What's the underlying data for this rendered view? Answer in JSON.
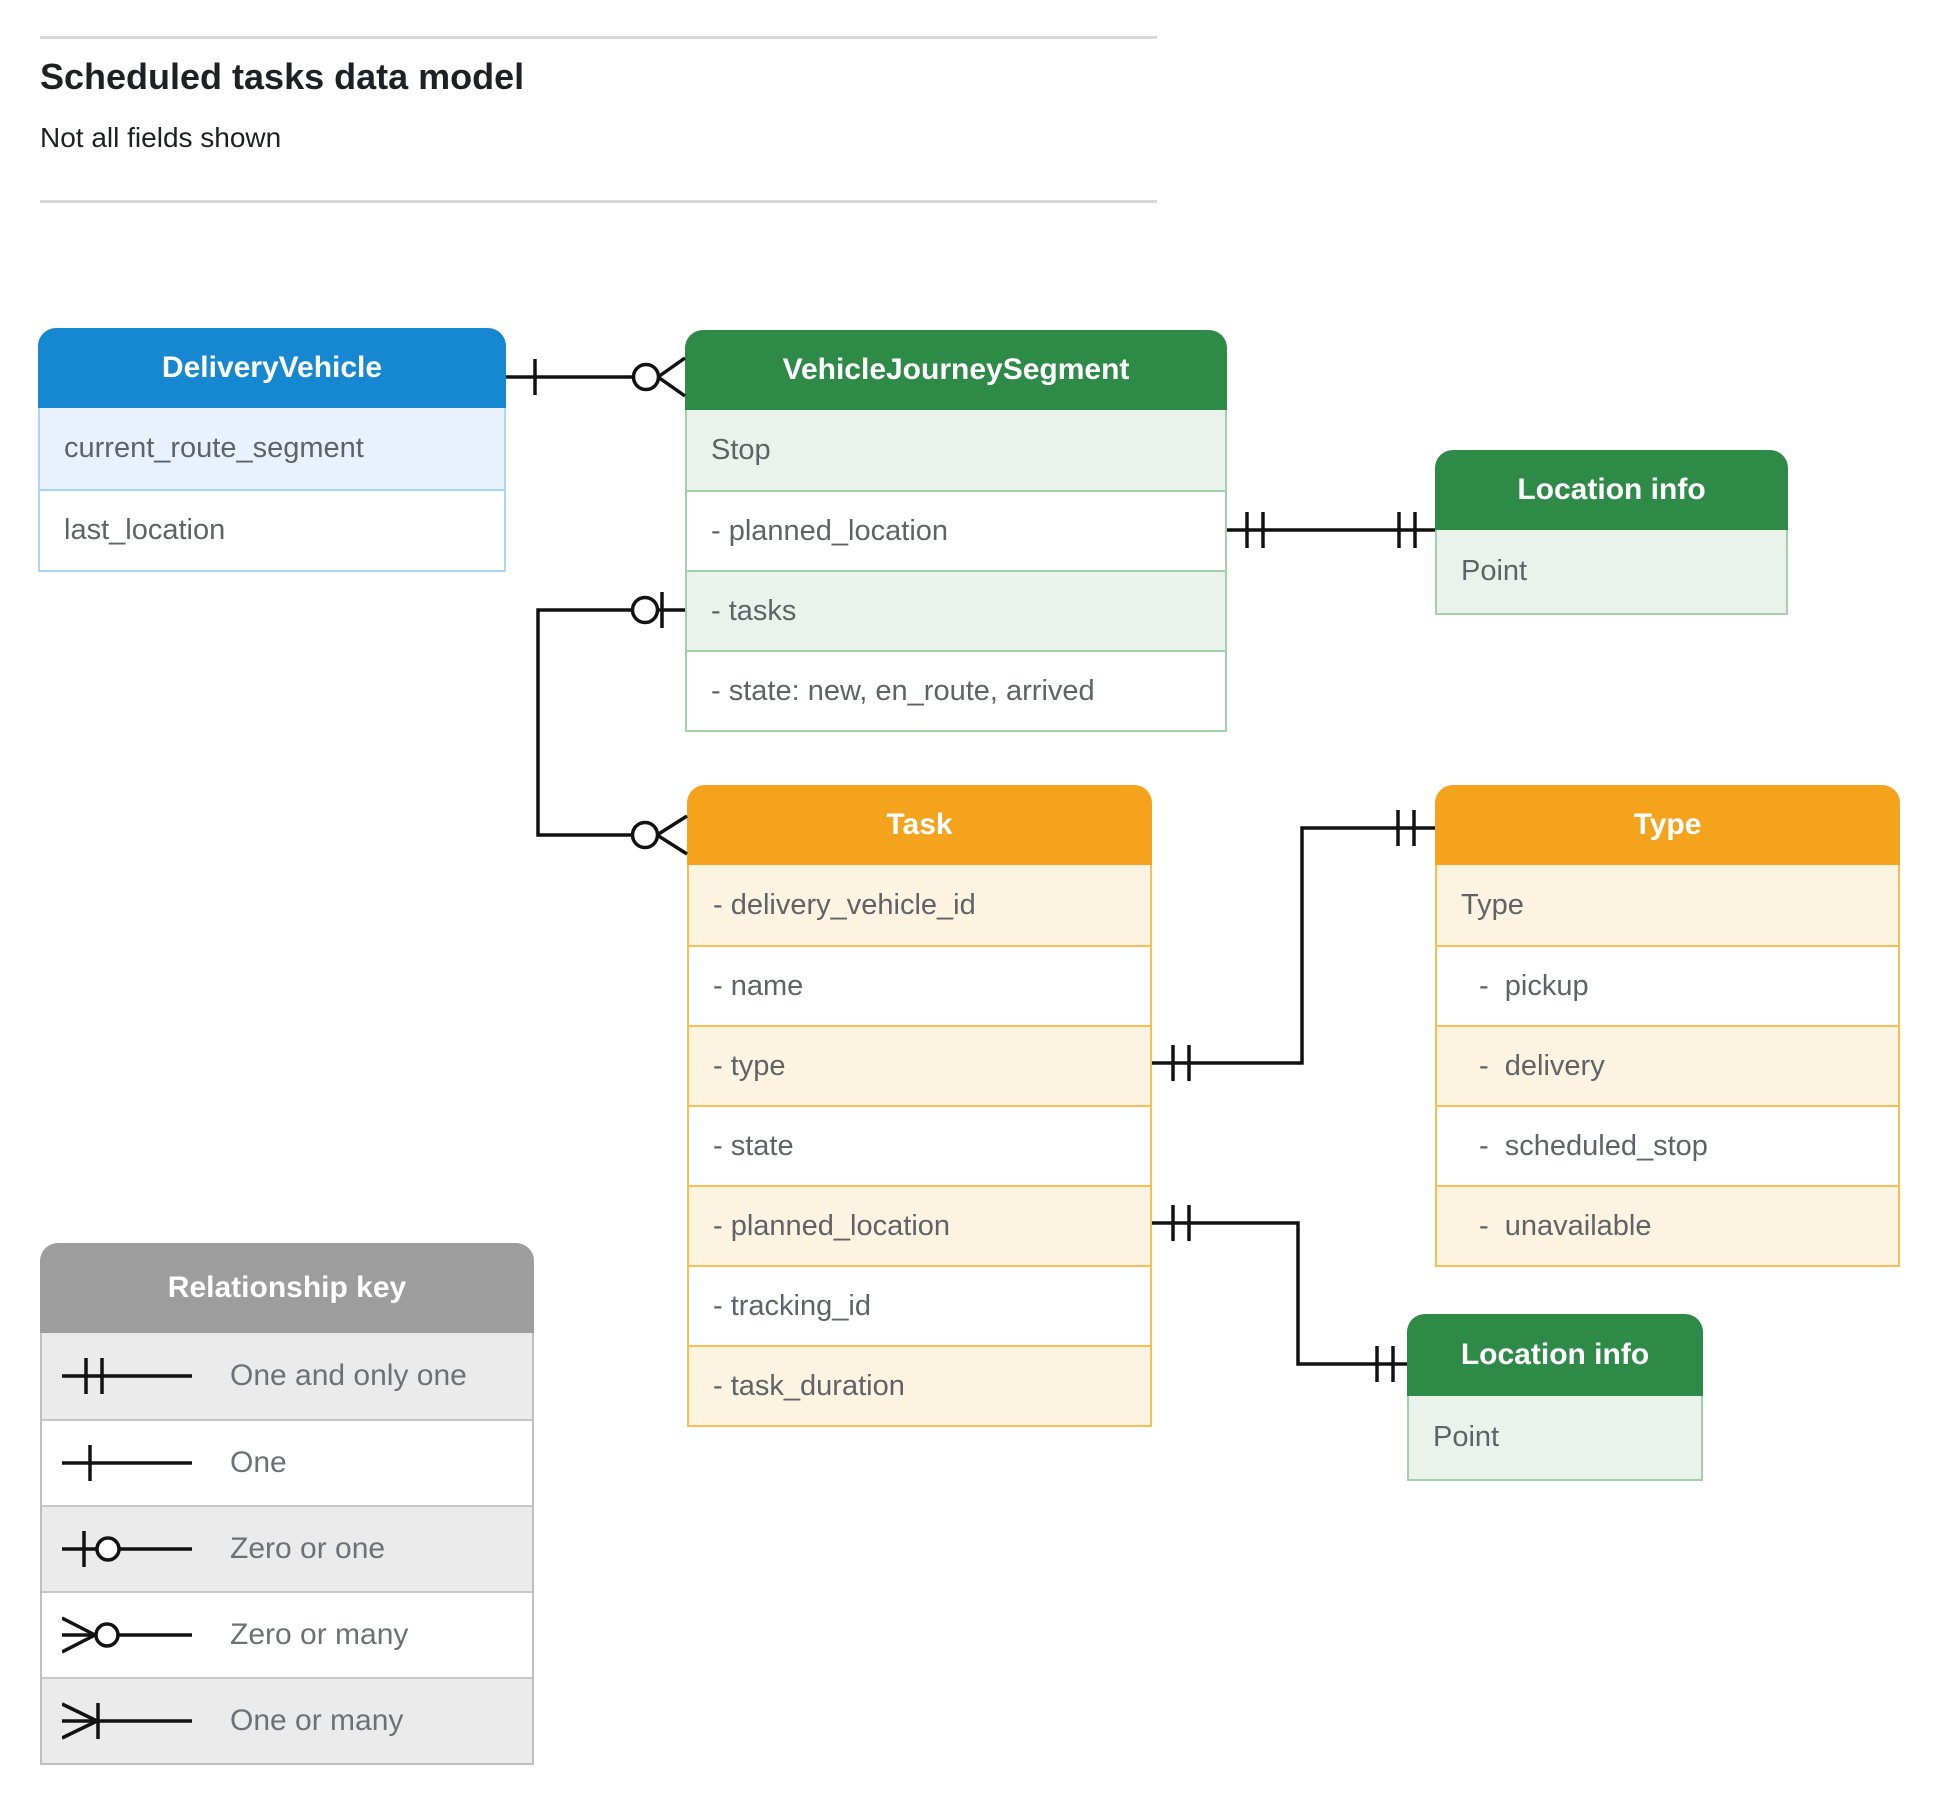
{
  "page": {
    "title": "Scheduled tasks data model",
    "subtitle": "Not all fields shown"
  },
  "colors": {
    "blue_header": "#1688d2",
    "blue_tint": "#e9f2fc",
    "blue_border": "#a9d5f5",
    "green_header": "#2e8b47",
    "green_tint": "#e9f3eb",
    "green_border": "#a3cfa9",
    "orange_header": "#f5a21c",
    "orange_tint": "#fdf3e1",
    "orange_border": "#f9be52",
    "legend_header": "#9d9d9d",
    "legend_tint": "#ebebeb",
    "wire": "#121212",
    "row_text": "#5f6368"
  },
  "entities": [
    {
      "title": "DeliveryVehicle",
      "rows": [
        "current_route_segment",
        "last_location"
      ]
    },
    {
      "title": "VehicleJourneySegment",
      "rows": [
        "Stop",
        "- planned_location",
        "- tasks",
        "- state: new, en_route, arrived"
      ]
    },
    {
      "title": "Location info",
      "rows": [
        "Point"
      ]
    },
    {
      "title": "Task",
      "rows": [
        "- delivery_vehicle_id",
        "- name",
        "- type",
        "- state",
        "- planned_location",
        "- tracking_id",
        "- task_duration"
      ]
    },
    {
      "title": "Type",
      "rows": [
        "Type",
        "-  pickup",
        "-  delivery",
        "-  scheduled_stop",
        "-  unavailable"
      ]
    },
    {
      "title": "Location info",
      "rows": [
        "Point"
      ]
    }
  ],
  "legend": {
    "title": "Relationship key",
    "items": [
      {
        "symbol": "one-and-only-one",
        "label": "One and only one"
      },
      {
        "symbol": "one",
        "label": "One"
      },
      {
        "symbol": "zero-or-one",
        "label": "Zero or one"
      },
      {
        "symbol": "zero-or-many",
        "label": "Zero or many"
      },
      {
        "symbol": "one-or-many",
        "label": "One or many"
      }
    ]
  }
}
